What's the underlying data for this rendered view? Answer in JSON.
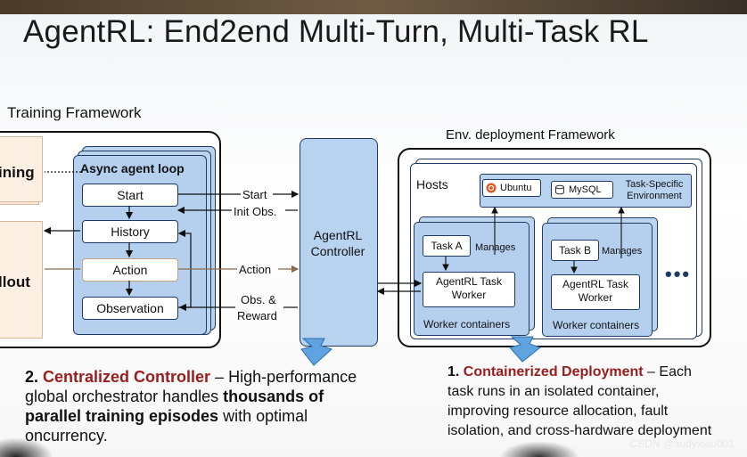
{
  "title": "AgentRL: End2end Multi-Turn, Multi-Task RL",
  "training": {
    "section_label": "Training Framework",
    "ghost_top": "ining",
    "ghost_bottom": "llout",
    "loop_title": "Async agent loop",
    "steps": [
      "Start",
      "History",
      "Action",
      "Observation"
    ]
  },
  "connections": {
    "start": "Start",
    "init_obs": "Init Obs.",
    "action": "Action",
    "obs_reward_1": "Obs. &",
    "obs_reward_2": "Reward"
  },
  "controller": {
    "line1": "AgentRL",
    "line2": "Controller"
  },
  "env": {
    "section_label": "Env. deployment Framework",
    "hosts_label": "Hosts",
    "ubuntu": "Ubuntu",
    "mysql": "MySQL",
    "env_note_1": "Task-Specific",
    "env_note_2": "Environment",
    "workers": [
      {
        "task": "Task A",
        "manages": "Manages",
        "worker_line1": "AgentRL Task",
        "worker_line2": "Worker",
        "containers": "Worker containers"
      },
      {
        "task": "Task B",
        "manages": "Manages",
        "worker_line1": "AgentRL Task",
        "worker_line2": "Worker",
        "containers": "Worker containers"
      }
    ],
    "more": "•••"
  },
  "bottom_left": {
    "num": "2.",
    "head": "Centralized Controller",
    "t1": " – High-performance",
    "t2": "global orchestrator handles ",
    "b2": "thousands of",
    "b3": "parallel training episodes",
    "t3": " with optimal",
    "t4": "oncurrency."
  },
  "bottom_right": {
    "num": "1.",
    "head": "Containerized Deployment",
    "t1": " – Each",
    "t2": "task runs in an isolated container,",
    "t3": "improving resource allocation, fault",
    "t4": "isolation, and cross-hardware deployment"
  },
  "watermark": "CSDN @audyxiao001",
  "colors": {
    "box_blue": "#b5d0ee",
    "border_navy": "#1f3a64",
    "highlight_red": "#9b1c1c",
    "callout_blue": "#5fa3e0",
    "action_orange": "#c9a07c"
  }
}
